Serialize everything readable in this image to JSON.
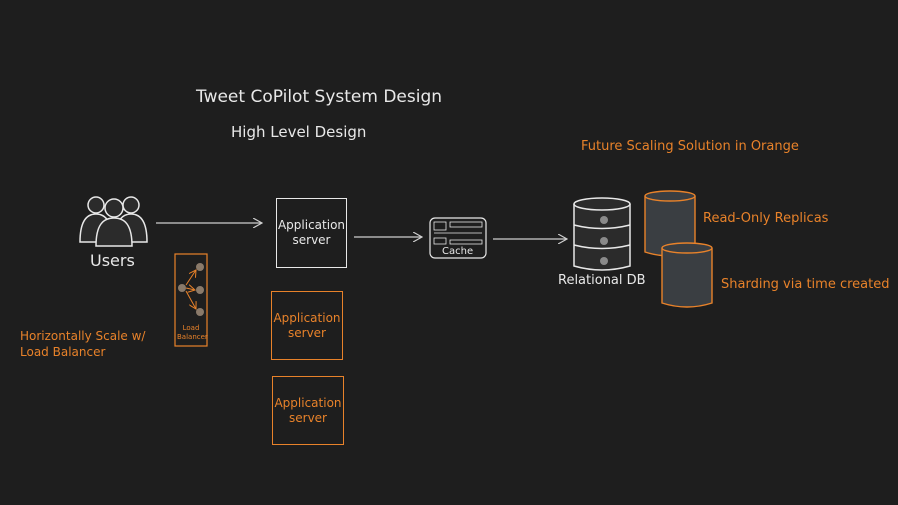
{
  "title": "Tweet CoPilot System Design",
  "subtitle": "High Level Design",
  "future_note": "Future Scaling Solution in Orange",
  "users_label": "Users",
  "app_server_label": "Application\nserver",
  "app_server_2_label": "Application\nserver",
  "app_server_3_label": "Application\nserver",
  "cache_label": "Cache",
  "db_label": "Relational DB",
  "replicas_label": "Read-Only Replicas",
  "sharding_label": "Sharding via time created",
  "lb_label": "Load\nBalancer",
  "lb_note": "Horizontally Scale w/\nLoad Balancer",
  "colors": {
    "background": "#1e1e1e",
    "stroke": "#e8e8e8",
    "accent": "#e8822a"
  }
}
